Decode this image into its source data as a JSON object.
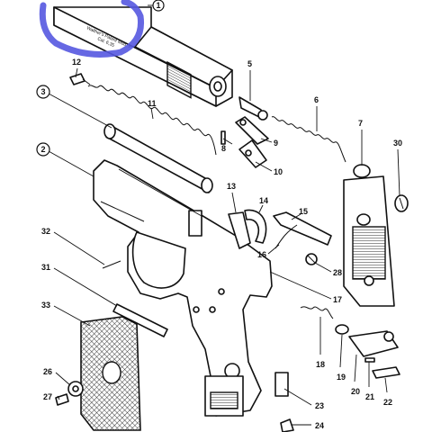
{
  "slide_marking": {
    "line1": "Walther's Patent Mod. 9",
    "line2": "Cal. 6,35"
  },
  "callouts": {
    "p1": "1",
    "p2": "2",
    "p3": "3",
    "p5": "5",
    "p6": "6",
    "p7": "7",
    "p8": "8",
    "p9": "9",
    "p10": "10",
    "p11": "11",
    "p12": "12",
    "p13": "13",
    "p14": "14",
    "p15": "15",
    "p16": "16",
    "p17": "17",
    "p18": "18",
    "p19": "19",
    "p20": "20",
    "p21": "21",
    "p22": "22",
    "p23": "23",
    "p24": "24",
    "p26": "26",
    "p27": "27",
    "p28": "28",
    "p30": "30",
    "p31": "31",
    "p32": "32",
    "p33": "33"
  },
  "highlight_color": "#5558e0"
}
